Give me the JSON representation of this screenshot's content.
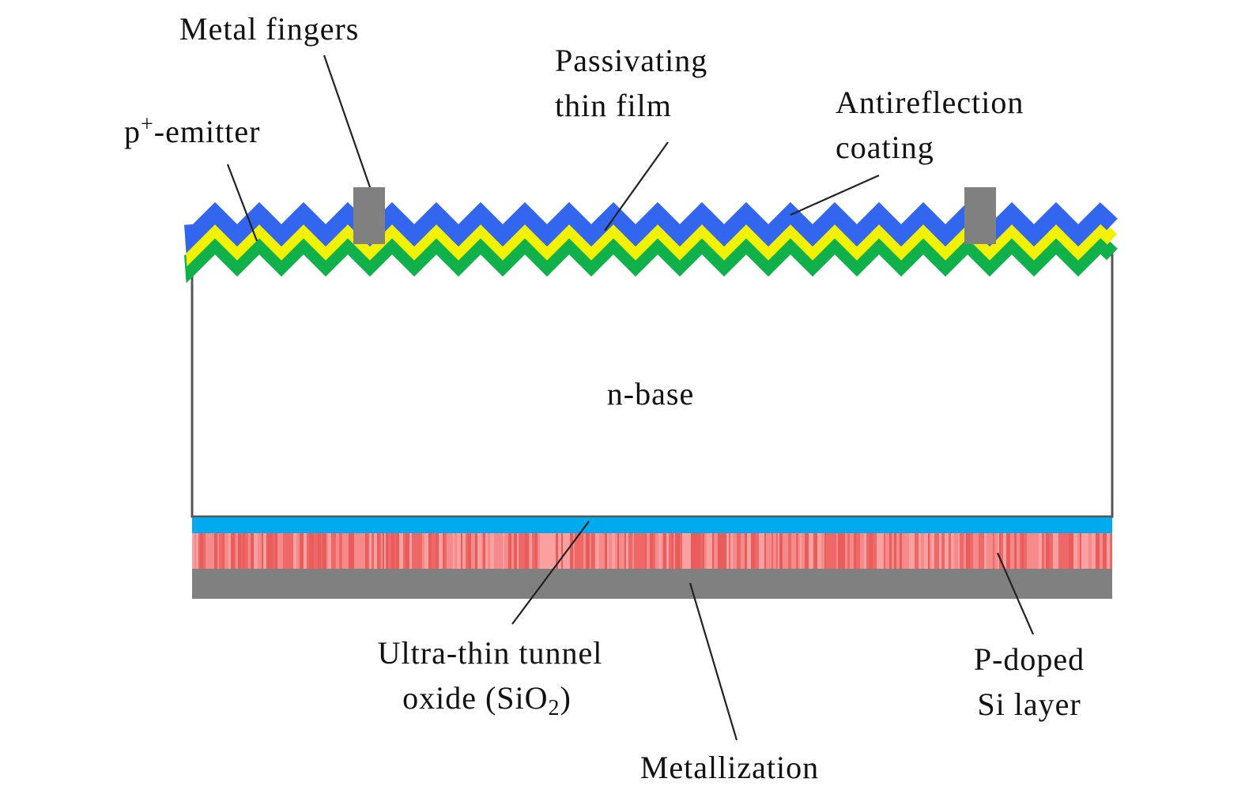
{
  "labels": {
    "metal_fingers": "Metal fingers",
    "passivating_1": "Passivating",
    "passivating_2": "thin film",
    "antireflection_1": "Antireflection",
    "antireflection_2": "coating",
    "emitter_p": "p",
    "emitter_sup": "+",
    "emitter_rest": "-emitter",
    "n_base": "n-base",
    "tunnel_1": "Ultra-thin tunnel",
    "tunnel_2a": "oxide (SiO",
    "tunnel_2sub": "2",
    "tunnel_2b": ")",
    "p_doped_1": "P-doped",
    "p_doped_2": "Si layer",
    "metallization": "Metallization"
  },
  "colors": {
    "antireflection": "#3366ee",
    "passivating": "#f2f200",
    "emitter": "#10b04a",
    "finger": "#808080",
    "tunnel_oxide": "#00aaee",
    "p_doped": "#f07070",
    "metallization": "#808080"
  }
}
